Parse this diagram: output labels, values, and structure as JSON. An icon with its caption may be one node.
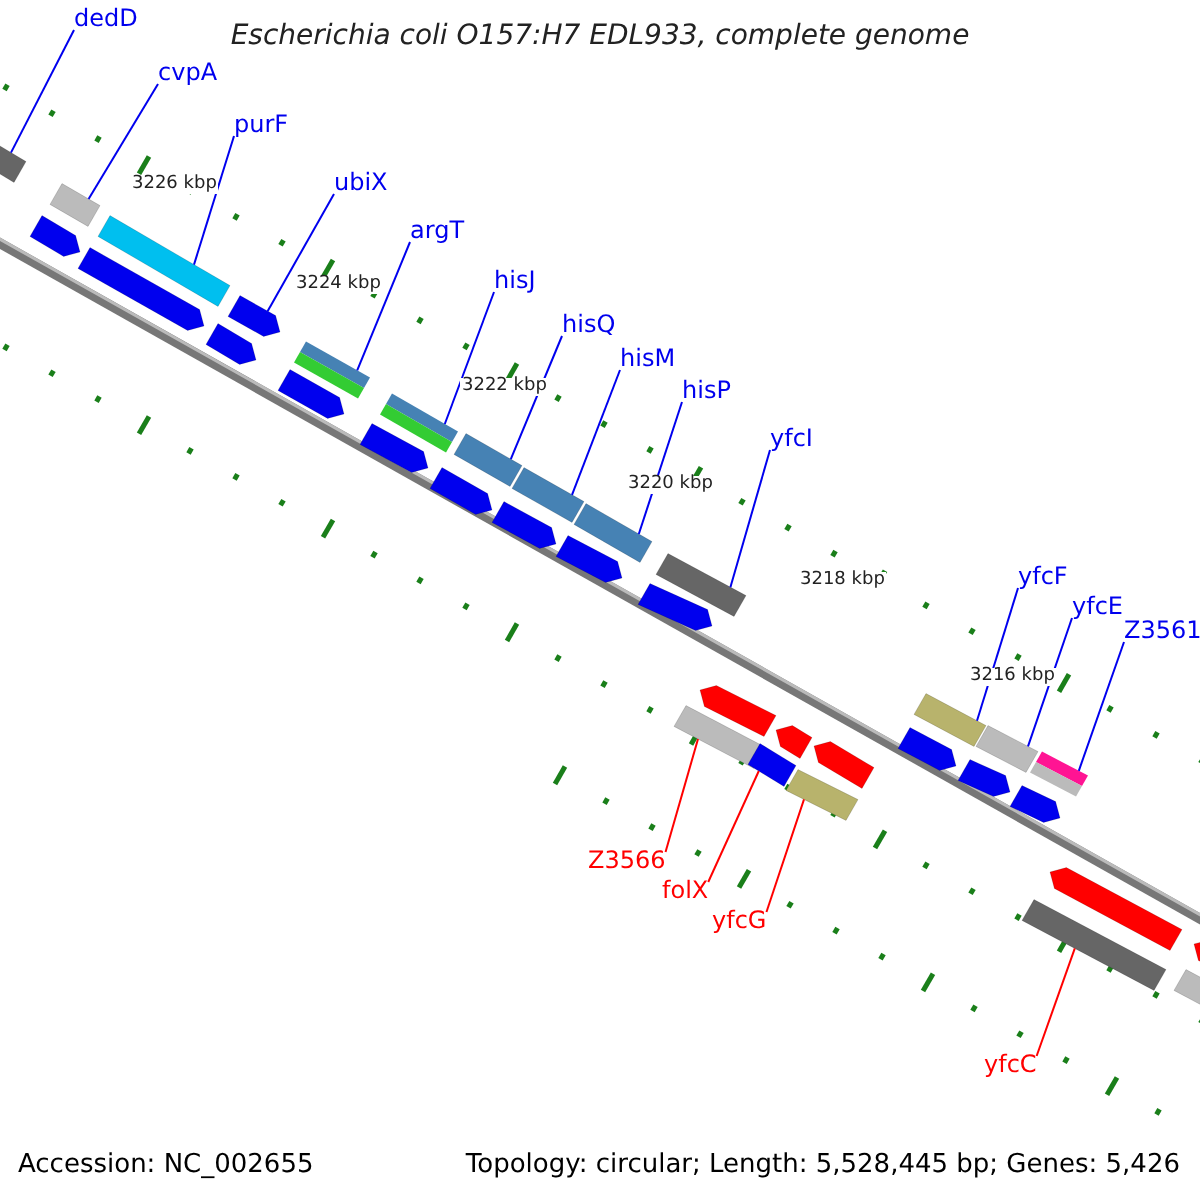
{
  "diagram": {
    "title": "Escherichia coli O157:H7 EDL933, complete genome",
    "nodes": [
      {
        "text": [
          "dedD"
        ]
      },
      {
        "text": [],
        "shape": "bar"
      },
      {
        "text": [
          "cvpA"
        ]
      },
      {
        "text": [],
        "shape": "bar"
      },
      {
        "text": [
          "purF"
        ]
      },
      {
        "text": [],
        "shape": "bar"
      },
      {
        "text": [
          "ubiX"
        ]
      },
      {
        "text": [],
        "shape": "bar"
      },
      {
        "text": [
          "argT"
        ]
      },
      {
        "text": [],
        "shape": "bar"
      },
      {
        "text": [
          "hisJ"
        ]
      },
      {
        "text": [],
        "shape": "bar"
      },
      {
        "text": [
          "hisQ"
        ]
      },
      {
        "text": [],
        "shape": "bar"
      },
      {
        "text": [
          "hisM"
        ]
      },
      {
        "text": [],
        "shape": "bar"
      },
      {
        "text": [
          "hisP"
        ]
      },
      {
        "text": [],
        "shape": "bar"
      },
      {
        "text": [
          "yfcI"
        ]
      },
      {
        "text": [],
        "shape": "bar"
      },
      {
        "text": [
          "yfcF"
        ]
      },
      {
        "text": [],
        "shape": "bar"
      },
      {
        "text": [
          "yfcE"
        ]
      },
      {
        "text": [],
        "shape": "bar"
      },
      {
        "text": [
          "Z3561"
        ]
      },
      {
        "text": [],
        "shape": "bar"
      },
      {
        "text": [
          "Z3566"
        ]
      },
      {
        "text": [],
        "shape": "bar"
      },
      {
        "text": [
          "folX"
        ]
      },
      {
        "text": [],
        "shape": "bar"
      },
      {
        "text": [
          "yfcG"
        ]
      },
      {
        "text": [],
        "shape": "bar"
      },
      {
        "text": [
          "yfcC"
        ]
      },
      {
        "text": [],
        "shape": "bar"
      },
      {
        "text": [],
        "shape": "pentagon"
      },
      {
        "text": [],
        "shape": "pentagon"
      },
      {
        "text": [],
        "shape": "pentagon"
      },
      {
        "text": [],
        "shape": "pentagon"
      },
      {
        "text": [],
        "shape": "pentagon"
      },
      {
        "text": [],
        "shape": "pentagon"
      },
      {
        "text": [],
        "shape": "pentagon"
      },
      {
        "text": [],
        "shape": "pentagon"
      },
      {
        "text": [],
        "shape": "pentagon"
      },
      {
        "text": [],
        "shape": "pentagon"
      },
      {
        "text": [],
        "shape": "pentagon"
      },
      {
        "text": [],
        "shape": "pentagon"
      },
      {
        "text": [],
        "shape": "pentagon"
      },
      {
        "text": [],
        "shape": "pentagon"
      },
      {
        "text": [],
        "shape": "pentagon"
      },
      {
        "text": [],
        "shape": "pentagon"
      },
      {
        "text": [],
        "shape": "bar"
      },
      {
        "text": [],
        "shape": "pentagon"
      }
    ],
    "edges": [
      {
        "from": 0,
        "to": 1,
        "arrow": "none"
      },
      {
        "from": 2,
        "to": 3,
        "arrow": "none"
      },
      {
        "from": 4,
        "to": 5,
        "arrow": "none"
      },
      {
        "from": 6,
        "to": 7,
        "arrow": "none"
      },
      {
        "from": 8,
        "to": 9,
        "arrow": "none"
      },
      {
        "from": 10,
        "to": 11,
        "arrow": "none"
      },
      {
        "from": 12,
        "to": 13,
        "arrow": "none"
      },
      {
        "from": 14,
        "to": 15,
        "arrow": "none"
      },
      {
        "from": 16,
        "to": 17,
        "arrow": "none"
      },
      {
        "from": 18,
        "to": 19,
        "arrow": "none"
      },
      {
        "from": 20,
        "to": 21,
        "arrow": "none"
      },
      {
        "from": 22,
        "to": 23,
        "arrow": "none"
      },
      {
        "from": 24,
        "to": 25,
        "arrow": "none"
      },
      {
        "from": 26,
        "to": 27,
        "arrow": "none",
        "color": "#ff0000"
      },
      {
        "from": 28,
        "to": 29,
        "arrow": "none",
        "color": "#ff0000"
      },
      {
        "from": 30,
        "to": 31,
        "arrow": "none",
        "color": "#ff0000"
      },
      {
        "from": 32,
        "to": 33,
        "arrow": "none",
        "color": "#ff0000"
      }
    ],
    "labels": [
      "3226 kbp",
      "3224 kbp",
      "3222 kbp",
      "3220 kbp",
      "3218 kbp",
      "3216 kbp",
      "Accession: NC_002655",
      "Topology: circular; Length: 5,528,445 bp; Genes: 5,426"
    ]
  }
}
